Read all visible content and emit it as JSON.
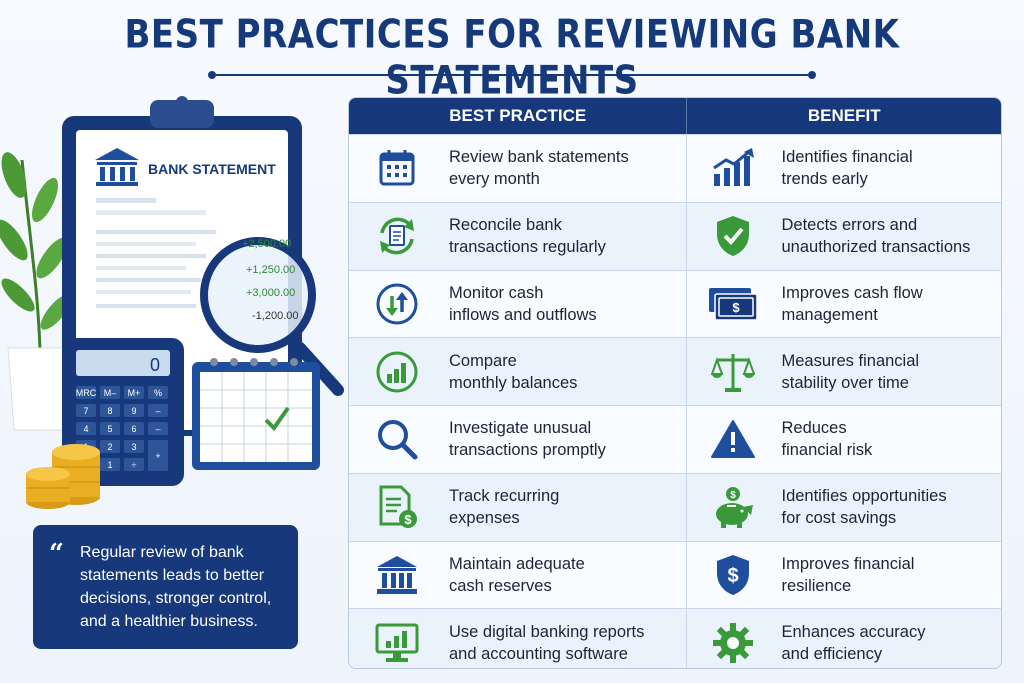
{
  "title": "BEST PRACTICES FOR REVIEWING BANK STATEMENTS",
  "table": {
    "headers": [
      "BEST PRACTICE",
      "BENEFIT"
    ],
    "rows": [
      {
        "practice": [
          "Review bank statements",
          "every month"
        ],
        "practice_icon": "calendar-icon",
        "benefit": [
          "Identifies financial",
          "trends early"
        ],
        "benefit_icon": "bar-chart-up-icon"
      },
      {
        "practice": [
          "Reconcile bank",
          "transactions regularly"
        ],
        "practice_icon": "reconcile-document-icon",
        "benefit": [
          "Detects errors and",
          "unauthorized transactions"
        ],
        "benefit_icon": "shield-check-icon"
      },
      {
        "practice": [
          "Monitor cash",
          "inflows and outflows"
        ],
        "practice_icon": "arrows-up-down-icon",
        "benefit": [
          "Improves cash flow",
          "management"
        ],
        "benefit_icon": "banknotes-icon"
      },
      {
        "practice": [
          "Compare",
          "monthly balances"
        ],
        "practice_icon": "bar-chart-circle-icon",
        "benefit": [
          "Measures financial",
          "stability over time"
        ],
        "benefit_icon": "balance-scale-icon"
      },
      {
        "practice": [
          "Investigate unusual",
          "transactions promptly"
        ],
        "practice_icon": "magnifier-icon",
        "benefit": [
          "Reduces",
          "financial risk"
        ],
        "benefit_icon": "warning-icon"
      },
      {
        "practice": [
          "Track recurring",
          "expenses"
        ],
        "practice_icon": "document-dollar-icon",
        "benefit": [
          "Identifies opportunities",
          "for cost savings"
        ],
        "benefit_icon": "piggy-bank-icon"
      },
      {
        "practice": [
          "Maintain adequate",
          "cash reserves"
        ],
        "practice_icon": "bank-icon",
        "benefit": [
          "Improves financial",
          "resilience"
        ],
        "benefit_icon": "shield-dollar-icon"
      },
      {
        "practice": [
          "Use digital banking reports",
          "and accounting software"
        ],
        "practice_icon": "monitor-chart-icon",
        "benefit": [
          "Enhances accuracy",
          "and efficiency"
        ],
        "benefit_icon": "gear-icon"
      }
    ]
  },
  "illustration": {
    "statement_title": "BANK STATEMENT",
    "amounts": [
      "+2,500.00",
      "+1,250.00",
      "+3,000.00",
      "-1,200.00"
    ],
    "calculator_display": "0",
    "calculator_keys": [
      "MRC",
      "M–",
      "M+",
      "%",
      "7",
      "8",
      "9",
      "–",
      "4",
      "5",
      "6",
      "–",
      "1",
      "2",
      "3",
      "+",
      "+",
      "1",
      "÷",
      "+"
    ]
  },
  "quote": {
    "mark": "“",
    "lines": [
      "Regular review of bank",
      "statements leads to better",
      "decisions, stronger control,",
      "and a healthier business."
    ]
  },
  "colors": {
    "navy": "#17397c",
    "green": "#3a9a3a",
    "blue": "#1f4e9c"
  }
}
